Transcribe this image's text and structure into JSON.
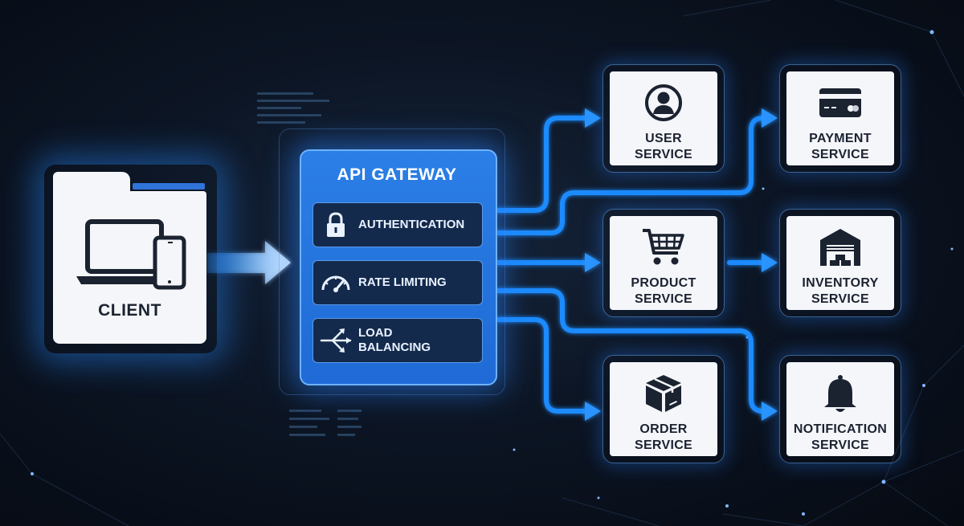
{
  "client": {
    "label": "CLIENT"
  },
  "gateway": {
    "title": "API GATEWAY",
    "items": [
      {
        "label": "AUTHENTICATION",
        "icon": "lock-icon"
      },
      {
        "label": "RATE LIMITING",
        "icon": "gauge-icon"
      },
      {
        "label": "LOAD\nBALANCING",
        "icon": "load-balancing-arrows-icon"
      }
    ]
  },
  "services": [
    {
      "line1": "USER",
      "line2": "SERVICE",
      "icon": "user-icon"
    },
    {
      "line1": "PAYMENT",
      "line2": "SERVICE",
      "icon": "credit-card-icon"
    },
    {
      "line1": "PRODUCT",
      "line2": "SERVICE",
      "icon": "shopping-cart-icon"
    },
    {
      "line1": "INVENTORY",
      "line2": "SERVICE",
      "icon": "warehouse-icon"
    },
    {
      "line1": "ORDER",
      "line2": "SERVICE",
      "icon": "package-icon"
    },
    {
      "line1": "NOTIFICATION",
      "line2": "SERVICE",
      "icon": "bell-icon"
    }
  ],
  "colors": {
    "accent": "#2b7fe6",
    "flow": "#1f8bff",
    "card": "#f4f6fa",
    "background": "#0c1524"
  }
}
